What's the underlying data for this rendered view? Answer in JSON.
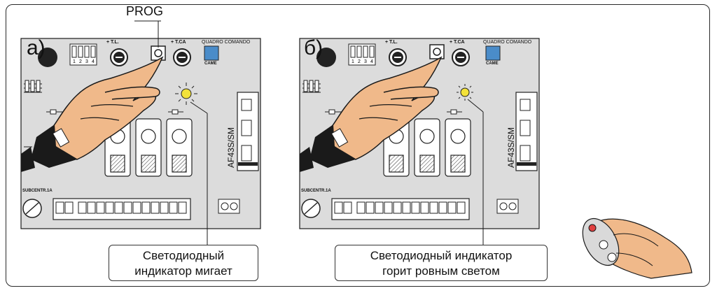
{
  "prog_label": "PROG",
  "panels": [
    {
      "letter": "а)",
      "led_state": "blinking",
      "callout_lines": [
        "Светодиодный",
        "индикатор мигает"
      ],
      "model": "AF43S/SM",
      "board_title": "QUADRO COMANDO",
      "logo": "CAME",
      "label_tl": "+ T.L.",
      "label_tca": "+ T.CA",
      "label_bottom": "SUBCENTR.1A"
    },
    {
      "letter": "б)",
      "led_state": "steady",
      "callout_lines": [
        "Светодиодный индикатор",
        "горит ровным светом"
      ],
      "model": "AF43S/SM",
      "board_title": "QUADRO COMANDO",
      "logo": "CAME",
      "label_tl": "+ T.L.",
      "label_tca": "+ T.CA",
      "label_bottom": "SUBCENTR.1A"
    }
  ],
  "dip_numbers": [
    "1",
    "2",
    "3",
    "4"
  ],
  "colors": {
    "board": "#dcdcdc",
    "outline": "#1a1a1a",
    "hand": "#f0b98a",
    "led": "#f3e23a",
    "logo": "#4a8cc9"
  }
}
